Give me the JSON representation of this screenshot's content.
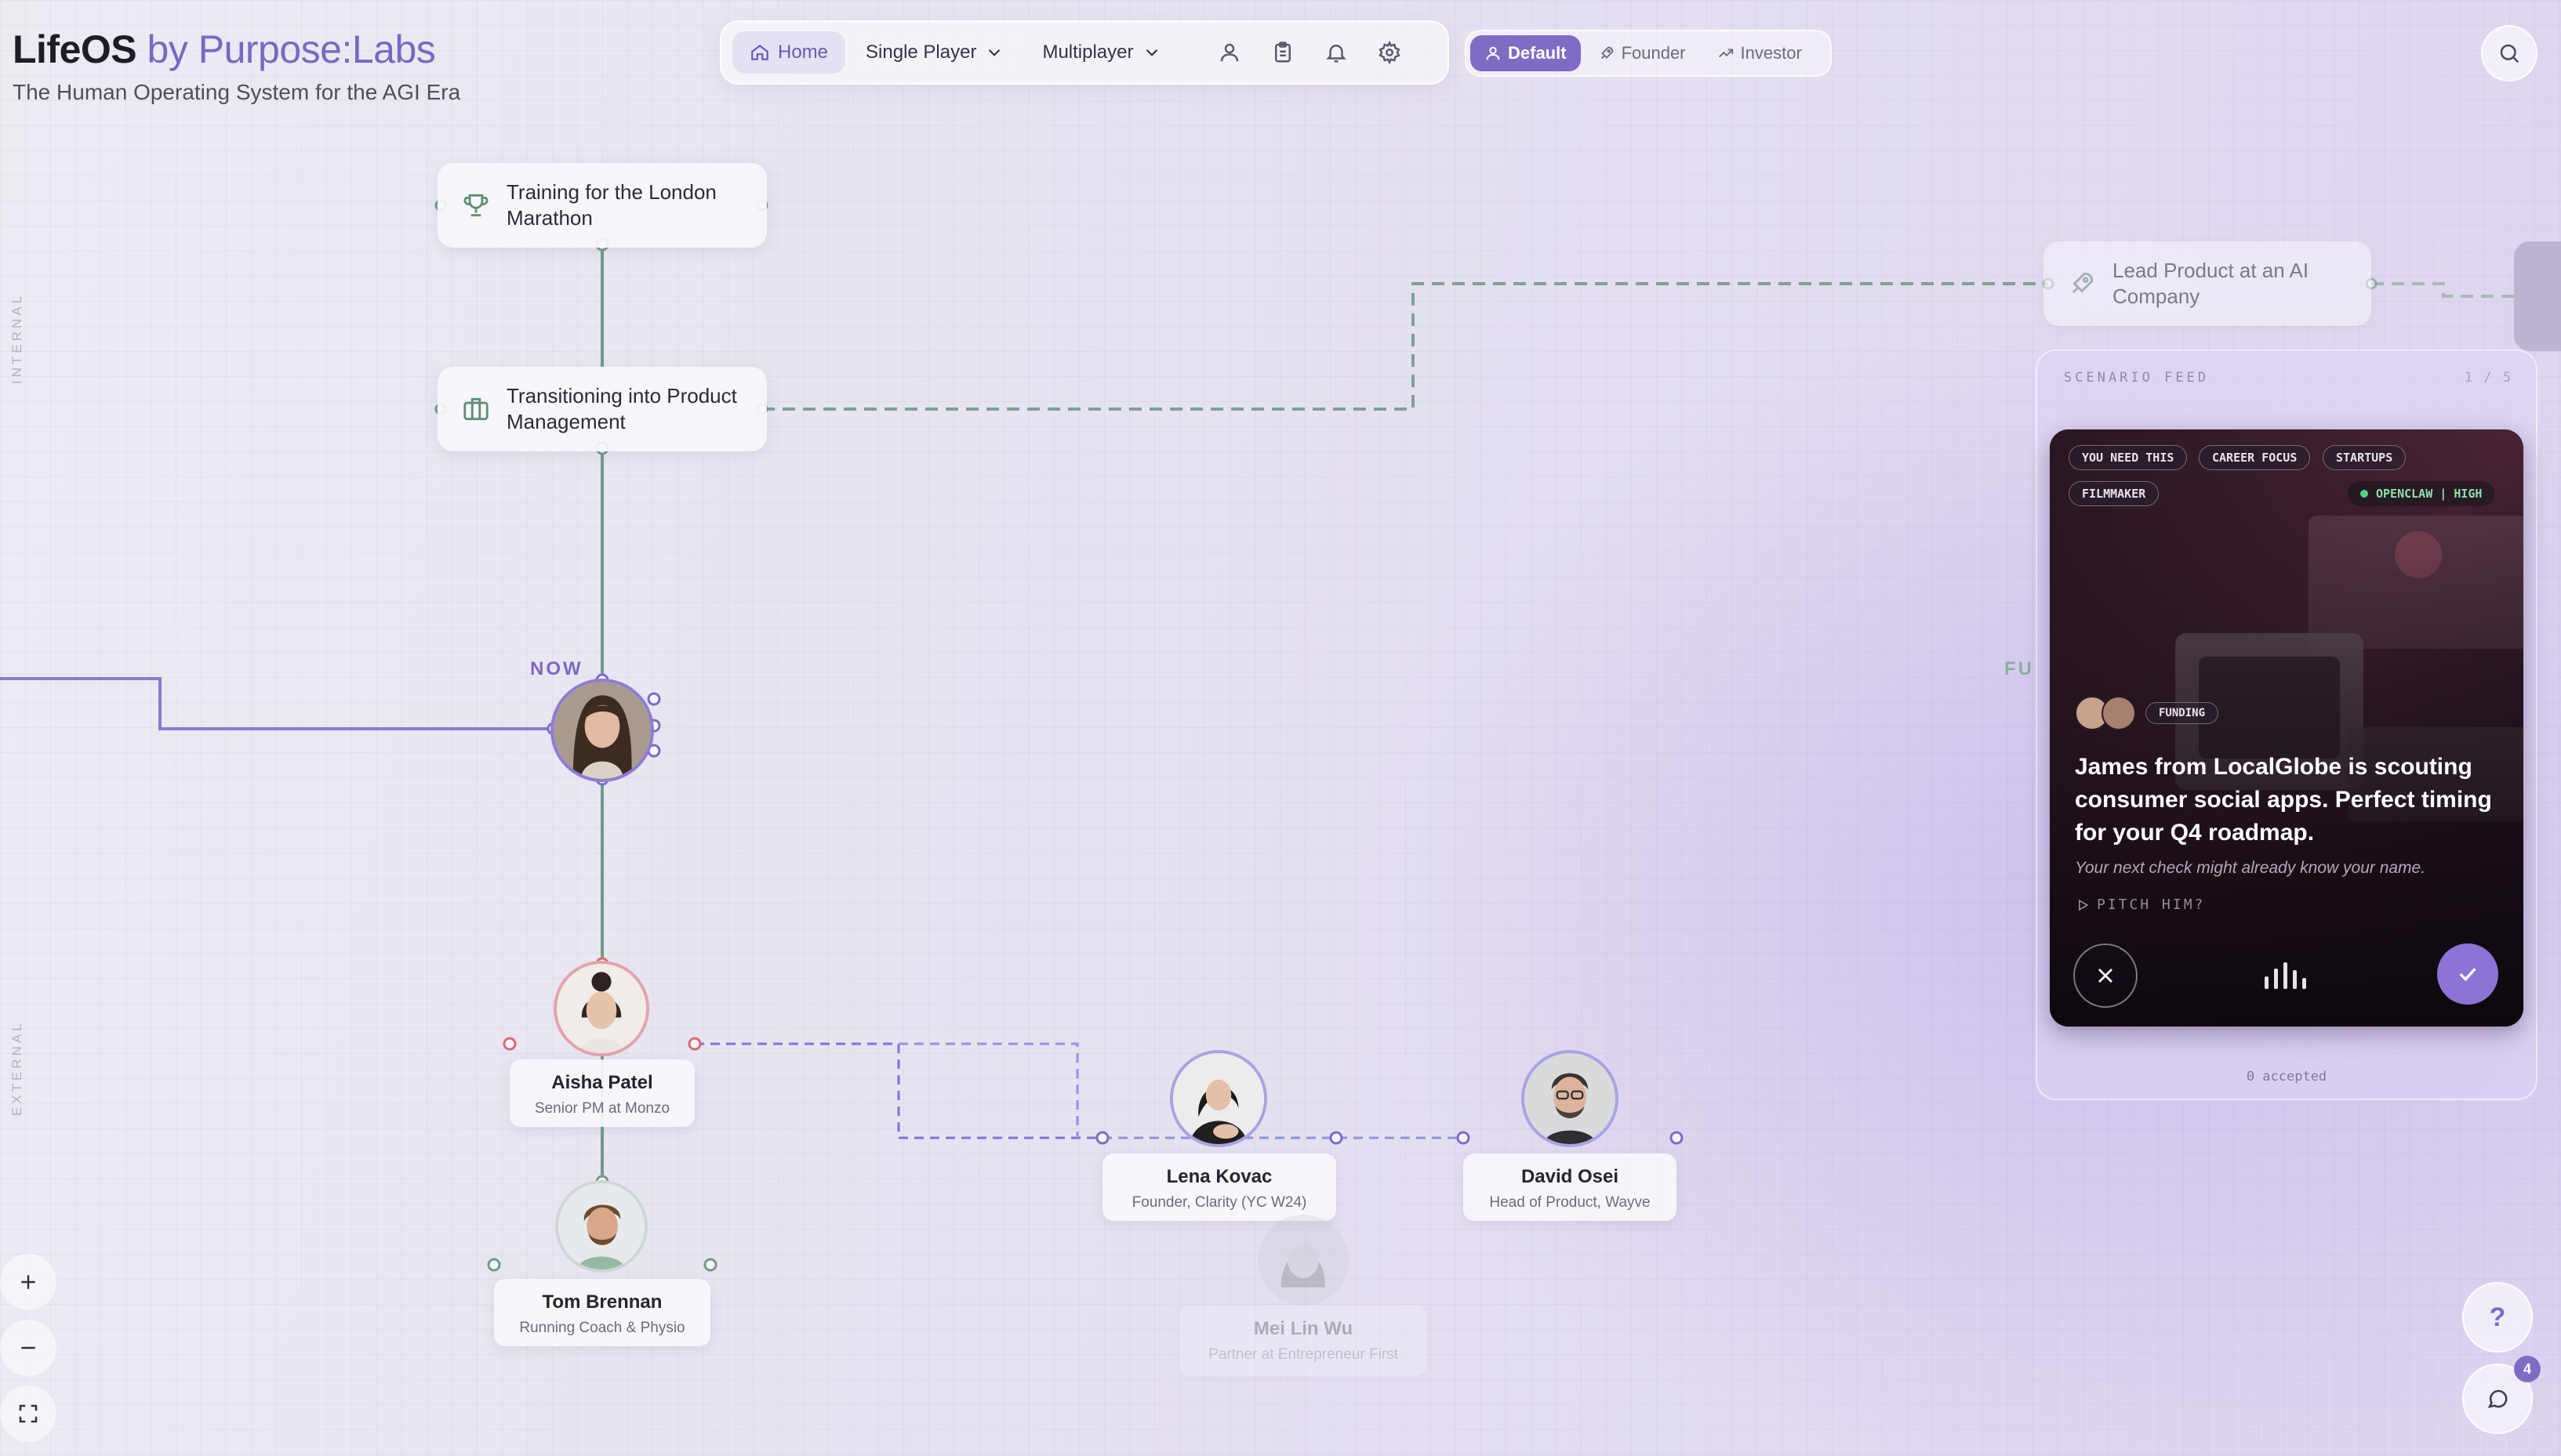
{
  "brand": {
    "name": "LifeOS",
    "by": " by Purpose:Labs",
    "subtitle": "The Human Operating System for the AGI Era"
  },
  "nav": {
    "home": "Home",
    "single_player": "Single Player",
    "multiplayer": "Multiplayer",
    "icons": [
      "user-icon",
      "clipboard-icon",
      "bell-icon",
      "gear-icon"
    ]
  },
  "modes": {
    "default": "Default",
    "founder": "Founder",
    "investor": "Investor",
    "selected": "Default"
  },
  "canvas": {
    "internal_label": "INTERNAL",
    "external_label": "EXTERNAL",
    "now_label": "NOW",
    "future_label": "FU",
    "goals": {
      "marathon": "Training for the London Marathon",
      "product": "Transitioning into Product Management",
      "lead": "Lead Product at an AI Company"
    },
    "people": {
      "aisha": {
        "name": "Aisha Patel",
        "role": "Senior PM at Monzo"
      },
      "tom": {
        "name": "Tom Brennan",
        "role": "Running Coach & Physio"
      },
      "lena": {
        "name": "Lena Kovac",
        "role": "Founder, Clarity (YC W24)"
      },
      "david": {
        "name": "David Osei",
        "role": "Head of Product, Wayve"
      },
      "mei": {
        "name": "Mei Lin Wu",
        "role": "Partner at Entrepreneur First"
      }
    }
  },
  "feed": {
    "header": "SCENARIO FEED",
    "count": "1 / 5",
    "accepted": "0 accepted",
    "card": {
      "tags": [
        "YOU NEED THIS",
        "CAREER FOCUS",
        "STARTUPS",
        "FILMMAKER"
      ],
      "status": "OPENCLAW | HIGH",
      "badge": "FUNDING",
      "title": "James from LocalGlobe is scouting consumer social apps. Perfect timing for your Q4 roadmap.",
      "subtitle": "Your next check might already know your name.",
      "cta": "PITCH HIM?"
    }
  },
  "notifications": {
    "chat_badge": "4"
  },
  "help": "?",
  "colors": {
    "accent": "#7e6cc4",
    "green_edge": "#6f9c86",
    "purple_edge": "#7e6cc4",
    "pink_ring": "#e3a3ad"
  }
}
